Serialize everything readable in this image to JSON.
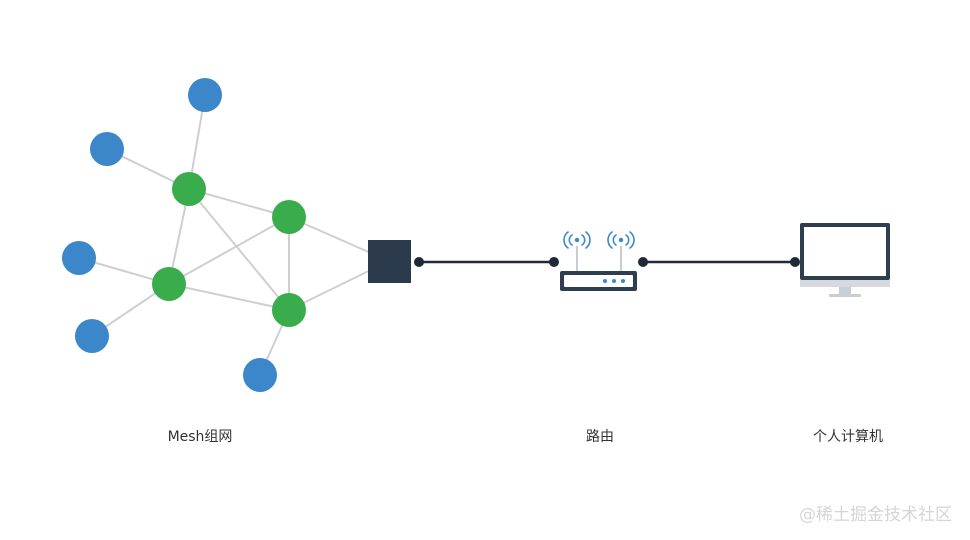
{
  "labels": {
    "mesh": "Mesh组网",
    "router": "路由",
    "pc": "个人计算机"
  },
  "watermark": "@稀土掘金技术社区",
  "colors": {
    "blue_node": "#3b87c9",
    "green_node": "#39ad4b",
    "edge": "#cfcfcf",
    "gateway": "#2b3a4c",
    "link": "#1f2a36",
    "device_frame": "#2f3e4e",
    "text": "#333333",
    "watermark": "#d5d5d5"
  },
  "icons": {
    "gateway": "square-icon",
    "router": "router-icon",
    "pc": "monitor-icon"
  }
}
